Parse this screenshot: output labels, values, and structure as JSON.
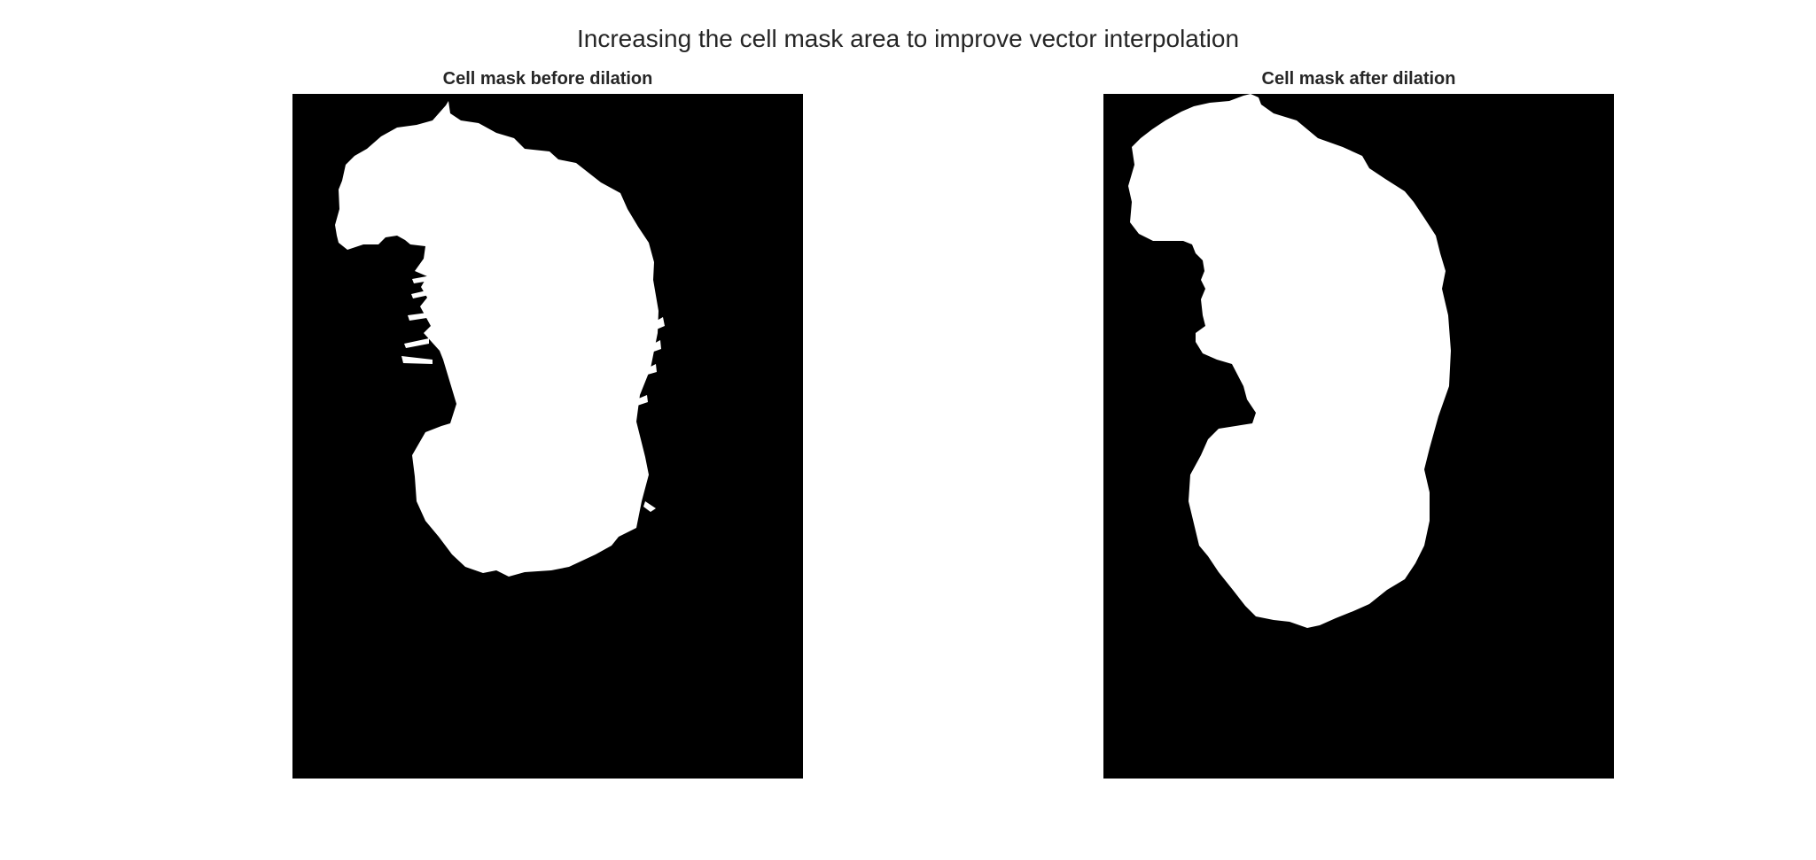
{
  "figure": {
    "title": "Increasing the cell mask area to improve vector interpolation"
  },
  "panels": [
    {
      "title": "Cell mask before dilation",
      "image": "binary cell mask (white cell on black background)"
    },
    {
      "title": "Cell mask after dilation",
      "image": "binary cell mask (white cell on black background)"
    }
  ],
  "colors": {
    "background": "#ffffff",
    "mask_background": "#000000",
    "mask_foreground": "#ffffff",
    "title_text": "#262626"
  }
}
